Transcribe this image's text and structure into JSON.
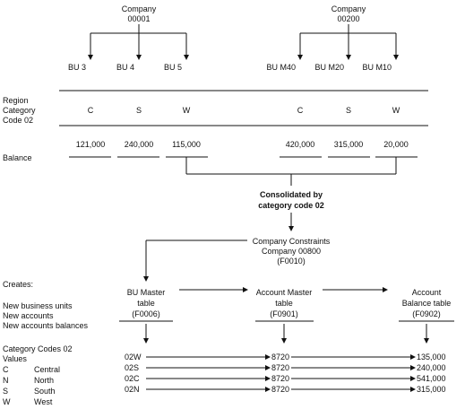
{
  "companies": [
    {
      "label": "Company",
      "number": "00001"
    },
    {
      "label": "Company",
      "number": "00200"
    }
  ],
  "business_units": [
    "BU 3",
    "BU 4",
    "BU 5",
    "BU M40",
    "BU M20",
    "BU M10"
  ],
  "region": {
    "label_lines": [
      "Region",
      "Category",
      "Code 02"
    ],
    "codes": [
      "C",
      "S",
      "W",
      "C",
      "S",
      "W"
    ]
  },
  "balances": {
    "label": "Balance",
    "values": [
      "121,000",
      "240,000",
      "115,000",
      "420,000",
      "315,000",
      "20,000"
    ]
  },
  "consolidated": {
    "lines": [
      "Consolidated by",
      "category code 02"
    ]
  },
  "constraints": {
    "lines": [
      "Company Constraints",
      "Company 00800",
      "(F0010)"
    ]
  },
  "creates": {
    "title": "Creates:",
    "items": [
      "New business units",
      "New accounts",
      "New accounts balances"
    ]
  },
  "tables": [
    {
      "lines": [
        "BU Master",
        "table",
        "(F0006)"
      ]
    },
    {
      "lines": [
        "Account Master",
        "table",
        "(F0901)"
      ]
    },
    {
      "lines": [
        "Account",
        "Balance table",
        "(F0902)"
      ]
    }
  ],
  "category_codes": {
    "title_lines": [
      "Category Codes 02",
      "Values"
    ],
    "entries": [
      {
        "code": "C",
        "name": "Central"
      },
      {
        "code": "N",
        "name": "North"
      },
      {
        "code": "S",
        "name": "South"
      },
      {
        "code": "W",
        "name": "West"
      }
    ]
  },
  "results": [
    {
      "bu": "02W",
      "account": "8720",
      "balance": "135,000"
    },
    {
      "bu": "02S",
      "account": "8720",
      "balance": "240,000"
    },
    {
      "bu": "02C",
      "account": "8720",
      "balance": "541,000"
    },
    {
      "bu": "02N",
      "account": "8720",
      "balance": "315,000"
    }
  ]
}
